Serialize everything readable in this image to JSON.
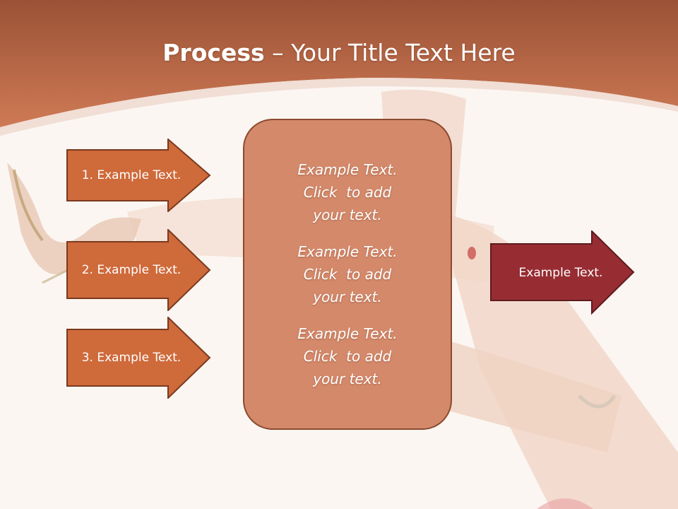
{
  "slide": {
    "title_bold": "Process",
    "title_rest": " – Your Title Text Here"
  },
  "left_arrows": [
    {
      "label": "1. Example Text."
    },
    {
      "label": "2. Example Text."
    },
    {
      "label": "3. Example Text."
    }
  ],
  "center_blocks": [
    {
      "lines": [
        "Example Text.",
        "Click  to add",
        "your text."
      ]
    },
    {
      "lines": [
        "Example Text.",
        "Click  to add",
        "your text."
      ]
    },
    {
      "lines": [
        "Example Text.",
        "Click  to add",
        "your text."
      ]
    }
  ],
  "right_arrow": {
    "label": "Example Text."
  },
  "colors": {
    "header": "#c8714c",
    "left_arrow_fill": "#cf6a3b",
    "left_arrow_border": "#7a3a1e",
    "center_fill": "#d4896a",
    "right_arrow_fill": "#972d33",
    "right_arrow_border": "#5e1a1e"
  }
}
